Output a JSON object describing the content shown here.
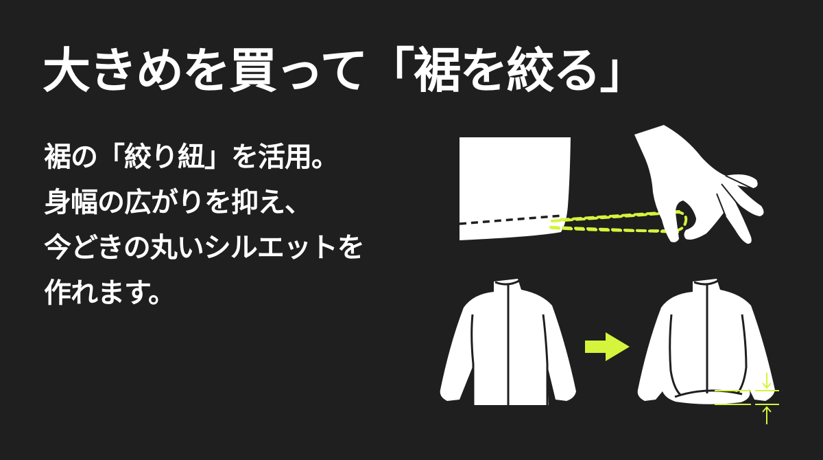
{
  "slide": {
    "title": "大きめを買って「裾を絞る」",
    "body_lines": [
      "裾の「絞り紐」を活用。",
      "身幅の広がりを抑え、",
      "今どきの丸いシルエットを",
      "作れます。"
    ],
    "colors": {
      "background": "#1f1f1f",
      "text": "#ffffff",
      "accent": "#d4f53c",
      "illustration_fill": "#ffffff",
      "illustration_line": "#1f1f1f"
    },
    "illustrations": {
      "top": {
        "icon": "hand-pulling-drawstring-icon",
        "description": "Hand pulling drawstring from jacket hem"
      },
      "bottom_left": {
        "icon": "jacket-straight-hem-icon",
        "description": "Oversized jacket with straight hem (before)"
      },
      "arrow": {
        "icon": "arrow-right-icon"
      },
      "bottom_right": {
        "icon": "jacket-cinched-hem-icon",
        "description": "Jacket with cinched, rounded hem (after)"
      },
      "hem_indicator": {
        "icon": "hem-height-arrows-icon"
      }
    }
  }
}
